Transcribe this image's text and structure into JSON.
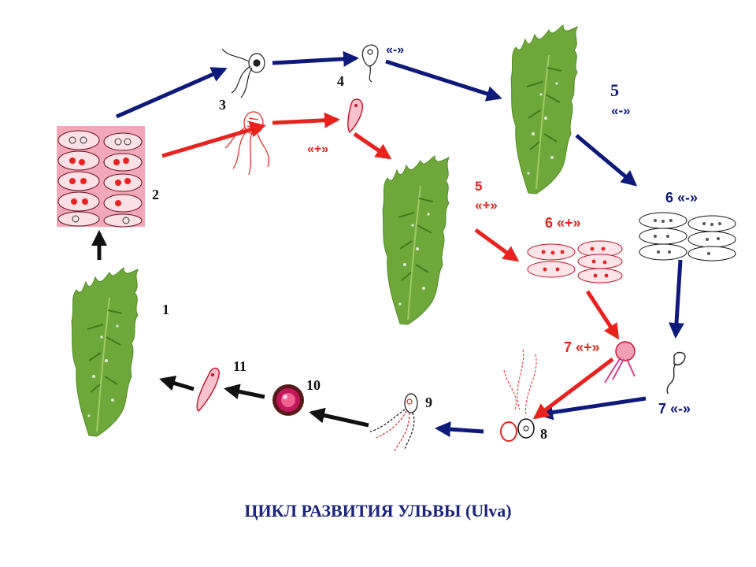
{
  "title": "ЦИКЛ РАЗВИТИЯ УЛЬВЫ (Ulva)",
  "colors": {
    "minus": "#0d1a7a",
    "plus": "#e8231e",
    "zygote": "#111111",
    "thallus": "#6fa83a",
    "number": "#1a237e"
  },
  "labels": {
    "n1": "1",
    "n2": "2",
    "n3": "3",
    "n4": "4",
    "n5_minus_num": "5",
    "n5_minus_sign": "«-»",
    "n5_plus_num": "5",
    "n5_plus_sign": "«+»",
    "minus_small": "«-»",
    "plus_small": "«+»",
    "n6_minus": "6 «-»",
    "n6_plus": "6 «+»",
    "n7_minus": "7 «-»",
    "n7_plus": "7 «+»",
    "n8": "8",
    "n9": "9",
    "n10": "10",
    "n11": "11"
  }
}
